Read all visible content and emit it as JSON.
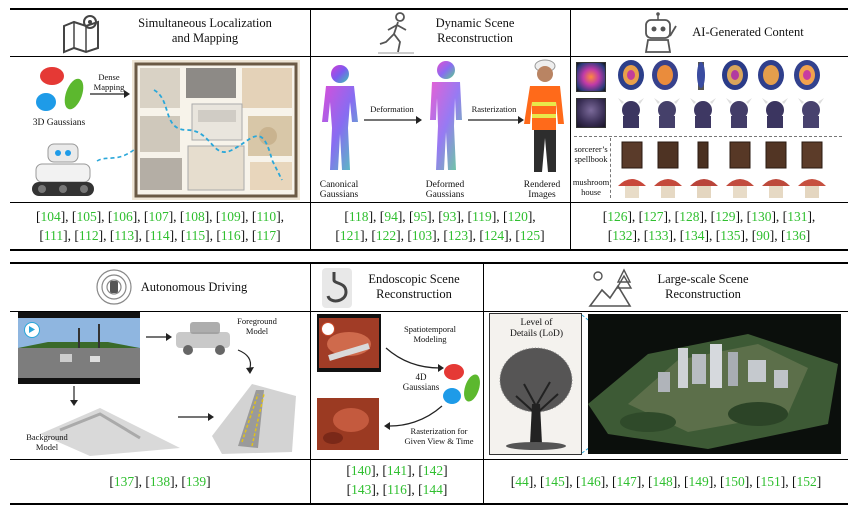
{
  "panels": {
    "slam": {
      "title_line1": "Simultaneous Localization",
      "title_line2": "and Mapping",
      "label_gaussians": "3D Gaussians",
      "label_dense": "Dense",
      "label_mapping": "Mapping",
      "refs_line1": [
        "104",
        "105",
        "106",
        "107",
        "108",
        "109",
        "110"
      ],
      "refs_line2": [
        "111",
        "112",
        "113",
        "114",
        "115",
        "116",
        "117"
      ]
    },
    "dynamic": {
      "title_line1": "Dynamic Scene",
      "title_line2": "Reconstruction",
      "label_deformation": "Deformation",
      "label_rasterization": "Rasterization",
      "label_canonical1": "Canonical",
      "label_canonical2": "Gaussians",
      "label_deformed1": "Deformed",
      "label_deformed2": "Gaussians",
      "label_rendered1": "Rendered",
      "label_rendered2": "Images",
      "refs_line1": [
        "118",
        "94",
        "95",
        "93",
        "119",
        "120"
      ],
      "refs_line2": [
        "121",
        "122",
        "103",
        "123",
        "124",
        "125"
      ]
    },
    "aigc": {
      "title": "AI-Generated Content",
      "label_spellbook1": "sorcerer’s",
      "label_spellbook2": "spellbook",
      "label_mushroom1": "mushroom",
      "label_mushroom2": "house",
      "refs_line1": [
        "126",
        "127",
        "128",
        "129",
        "130",
        "131"
      ],
      "refs_line2": [
        "132",
        "133",
        "134",
        "135",
        "90",
        "136"
      ]
    },
    "driving": {
      "title": "Autonomous Driving",
      "label_foreground1": "Foreground",
      "label_foreground2": "Model",
      "label_background1": "Background",
      "label_background2": "Model",
      "refs_line1": [
        "137",
        "138",
        "139"
      ]
    },
    "endoscopic": {
      "title_line1": "Endoscopic Scene",
      "title_line2": "Reconstruction",
      "label_spatio1": "Spatiotemporal",
      "label_spatio2": "Modeling",
      "label_4d1": "4D",
      "label_4d2": "Gaussians",
      "label_raster1": "Rasterization for",
      "label_raster2": "Given View & Time",
      "refs_line1": [
        "140",
        "141",
        "142"
      ],
      "refs_line2": [
        "143",
        "116",
        "144"
      ]
    },
    "largescale": {
      "title_line1": "Large-scale Scene",
      "title_line2": "Reconstruction",
      "label_lod1": "Level of",
      "label_lod2": "Details (LoD)",
      "refs_line1": [
        "44",
        "145",
        "146",
        "147",
        "148",
        "149",
        "150",
        "151",
        "152"
      ]
    }
  },
  "colors": {
    "ref_green": "#2fbf2f",
    "arrow_blue": "#2aa7d9",
    "gaussian_red": "#e53935",
    "gaussian_blue": "#1e9be8",
    "gaussian_green": "#5cb82e"
  }
}
